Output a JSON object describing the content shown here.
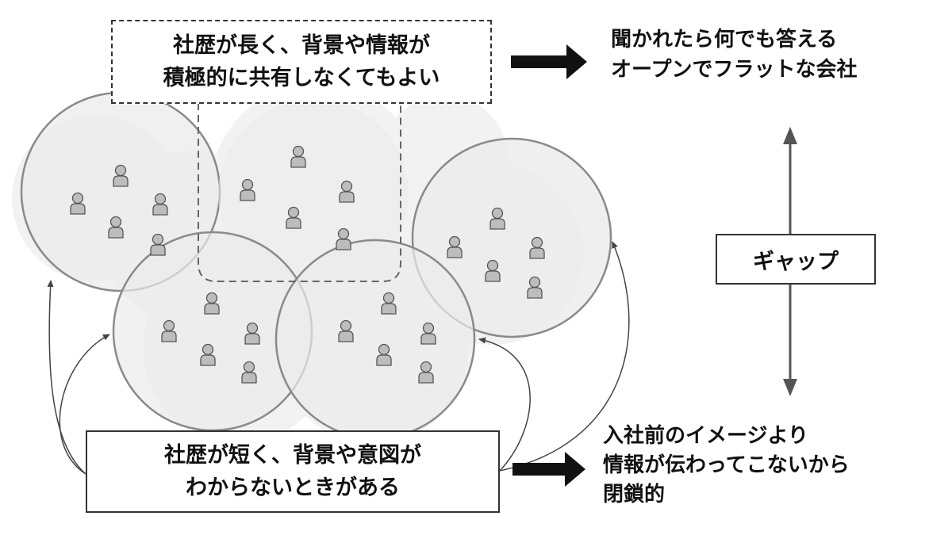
{
  "top_box": {
    "line1": "社歴が長く、背景や情報が",
    "line2": "積極的に共有しなくてもよい"
  },
  "top_result": {
    "line1": "聞かれたら何でも答える",
    "line2": "オープンでフラットな会社"
  },
  "gap_label": "ギャップ",
  "bottom_box": {
    "line1": "社歴が短く、背景や意図が",
    "line2": "わからないときがある"
  },
  "bottom_result": {
    "line1": "入社前のイメージより",
    "line2": "情報が伝わってこないから",
    "line3": "閉鎖的"
  },
  "colors": {
    "circle_fill": "#ededed",
    "circle_stroke": "#8a8a8a",
    "person": "#bdbdbd",
    "arrow": "#111111",
    "gap_arrow": "#555555"
  }
}
